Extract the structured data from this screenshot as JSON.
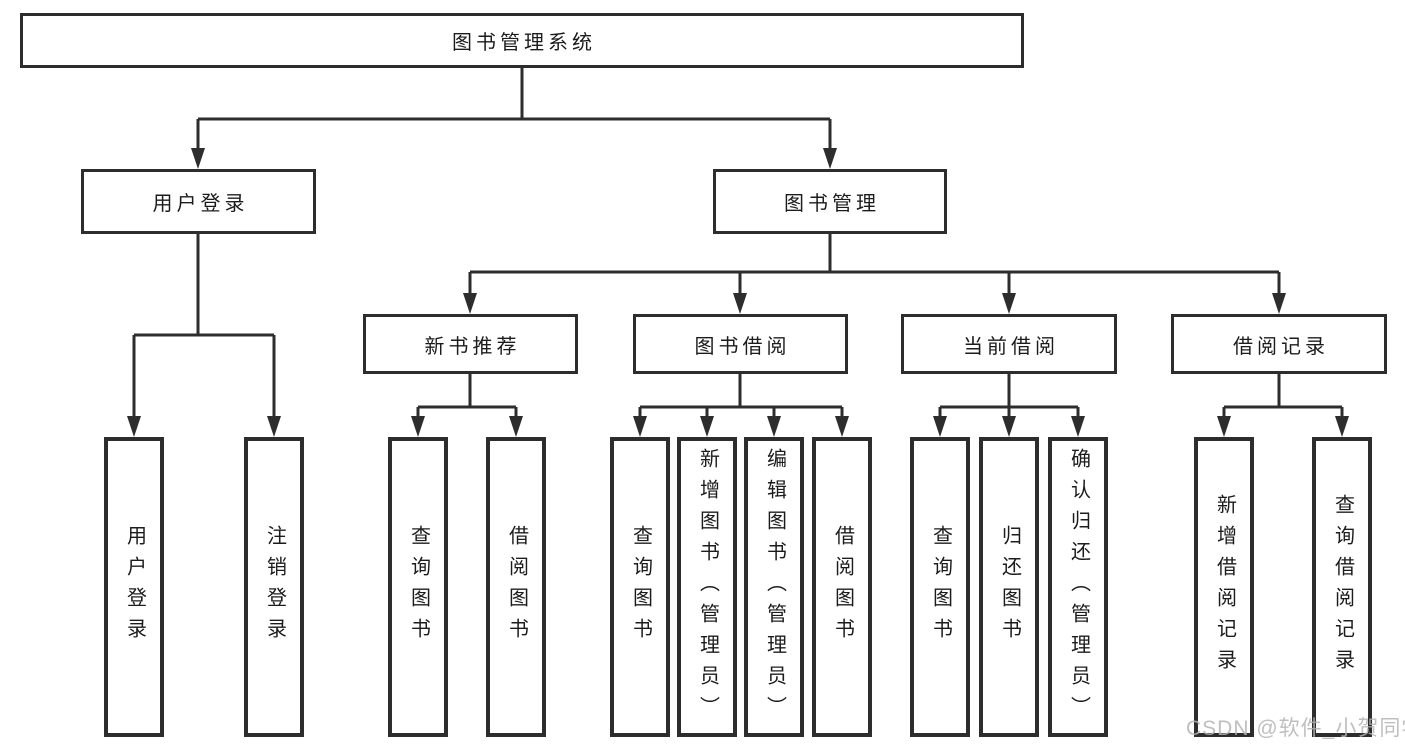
{
  "tree": {
    "root": {
      "label": "图书管理系统",
      "children": [
        {
          "label": "用户登录",
          "children": [
            {
              "label": "用户登录"
            },
            {
              "label": "注销登录"
            }
          ]
        },
        {
          "label": "图书管理",
          "children": [
            {
              "label": "新书推荐",
              "children": [
                {
                  "label": "查询图书"
                },
                {
                  "label": "借阅图书"
                }
              ]
            },
            {
              "label": "图书借阅",
              "children": [
                {
                  "label": "查询图书"
                },
                {
                  "label": "新增图书（管理员）"
                },
                {
                  "label": "编辑图书（管理员）"
                },
                {
                  "label": "借阅图书"
                }
              ]
            },
            {
              "label": "当前借阅",
              "children": [
                {
                  "label": "查询图书"
                },
                {
                  "label": "归还图书"
                },
                {
                  "label": "确认归还（管理员）"
                }
              ]
            },
            {
              "label": "借阅记录",
              "children": [
                {
                  "label": "新增借阅记录"
                },
                {
                  "label": "查询借阅记录"
                }
              ]
            }
          ]
        }
      ]
    }
  },
  "colors": {
    "line": "#2d2d2d",
    "text": "#1c1c1c",
    "watermark": "#b4b4b4",
    "background": "#ffffff"
  },
  "watermark": {
    "text": "CSDN @软件_小贺同学"
  }
}
